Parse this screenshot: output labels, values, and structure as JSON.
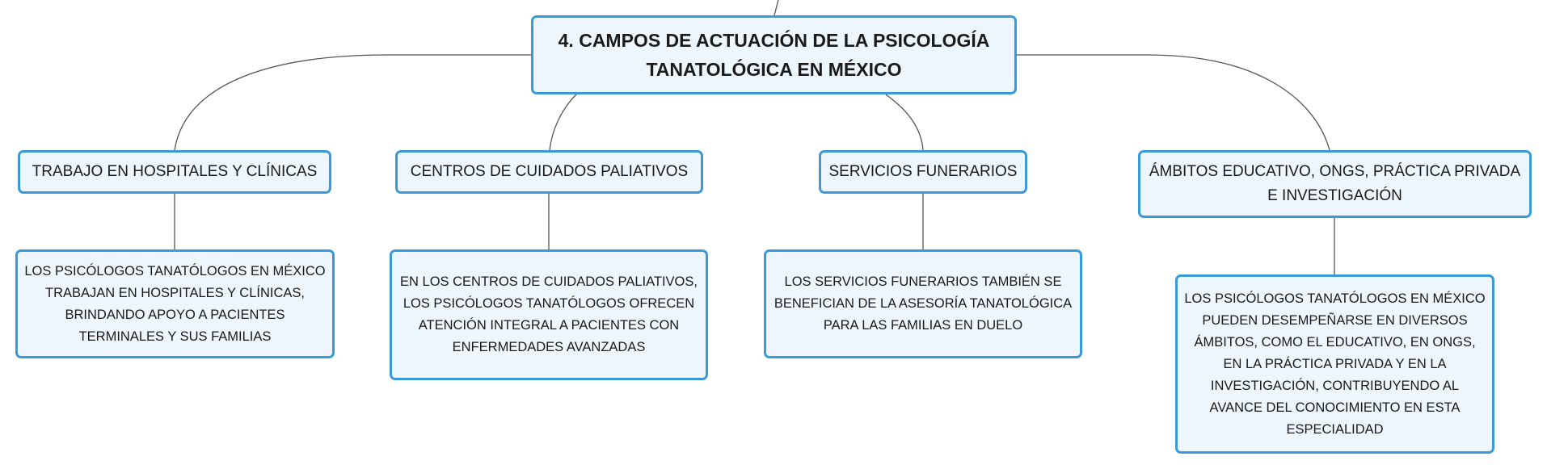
{
  "diagram": {
    "root": {
      "title": "4. CAMPOS DE ACTUACIÓN DE LA PSICOLOGÍA TANATOLÓGICA EN MÉXICO"
    },
    "topics": [
      {
        "label": "TRABAJO EN HOSPITALES Y CLÍNICAS",
        "detail": "LOS PSICÓLOGOS TANATÓLOGOS EN MÉXICO TRABAJAN EN HOSPITALES Y CLÍNICAS, BRINDANDO APOYO A PACIENTES TERMINALES Y SUS FAMILIAS"
      },
      {
        "label": "CENTROS DE CUIDADOS PALIATIVOS",
        "detail": "EN LOS CENTROS DE CUIDADOS PALIATIVOS, LOS PSICÓLOGOS TANATÓLOGOS OFRECEN ATENCIÓN INTEGRAL A PACIENTES CON ENFERMEDADES AVANZADAS"
      },
      {
        "label": "SERVICIOS FUNERARIOS",
        "detail": "LOS SERVICIOS FUNERARIOS TAMBIÉN SE BENEFICIAN DE LA ASESORÍA TANATOLÓGICA PARA LAS FAMILIAS EN DUELO"
      },
      {
        "label": "ÁMBITOS EDUCATIVO, ONGS, PRÁCTICA PRIVADA E INVESTIGACIÓN",
        "detail": "LOS PSICÓLOGOS TANATÓLOGOS EN MÉXICO PUEDEN DESEMPEÑARSE EN DIVERSOS ÁMBITOS, COMO EL EDUCATIVO, EN ONGS, EN LA PRÁCTICA PRIVADA Y EN LA INVESTIGACIÓN, CONTRIBUYENDO AL AVANCE DEL CONOCIMIENTO EN ESTA ESPECIALIDAD"
      }
    ]
  },
  "colors": {
    "node_border": "#3a9ad9",
    "node_fill": "#eef6fd",
    "connector": "#555555"
  }
}
